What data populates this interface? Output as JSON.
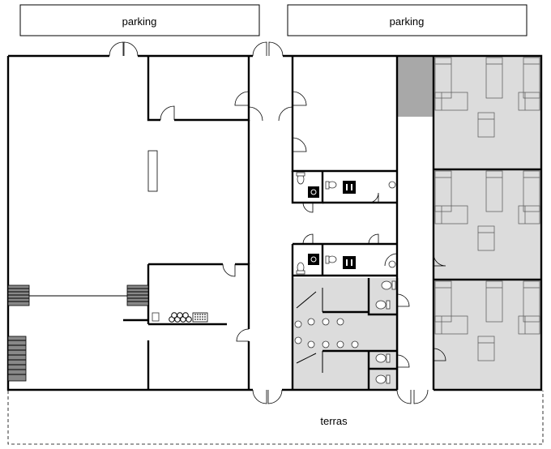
{
  "labels": {
    "parking_left": "parking",
    "parking_right": "parking",
    "terrace": "terras"
  },
  "colors": {
    "wall": "#000000",
    "shaded_room": "#dcdcdc",
    "stair_block": "#a8a8a8",
    "background": "#ffffff"
  },
  "icons": [
    "toilet-icon",
    "wheelchair-icon",
    "restroom-sign-icon",
    "bed-icon",
    "sink-icon",
    "door-swing-icon",
    "stairs-icon"
  ]
}
